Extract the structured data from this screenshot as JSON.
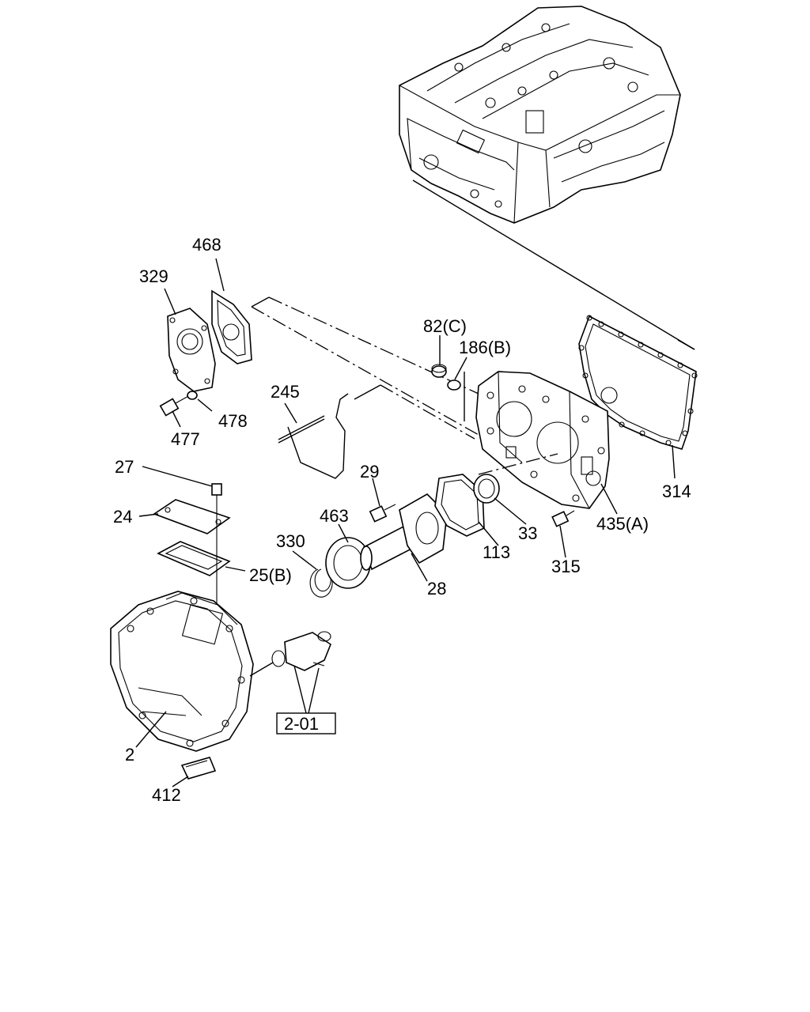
{
  "diagram": {
    "callouts": {
      "c468": "468",
      "c329": "329",
      "c82c": "82(C)",
      "c186b": "186(B)",
      "c245": "245",
      "c478": "478",
      "c477": "477",
      "c27": "27",
      "c29": "29",
      "c24": "24",
      "c463": "463",
      "c330": "330",
      "c25b": "25(B)",
      "c113": "113",
      "c33": "33",
      "c314": "314",
      "c435a": "435(A)",
      "c315": "315",
      "c28": "28",
      "c2": "2",
      "c412": "412"
    },
    "reference_box": "2-01"
  }
}
